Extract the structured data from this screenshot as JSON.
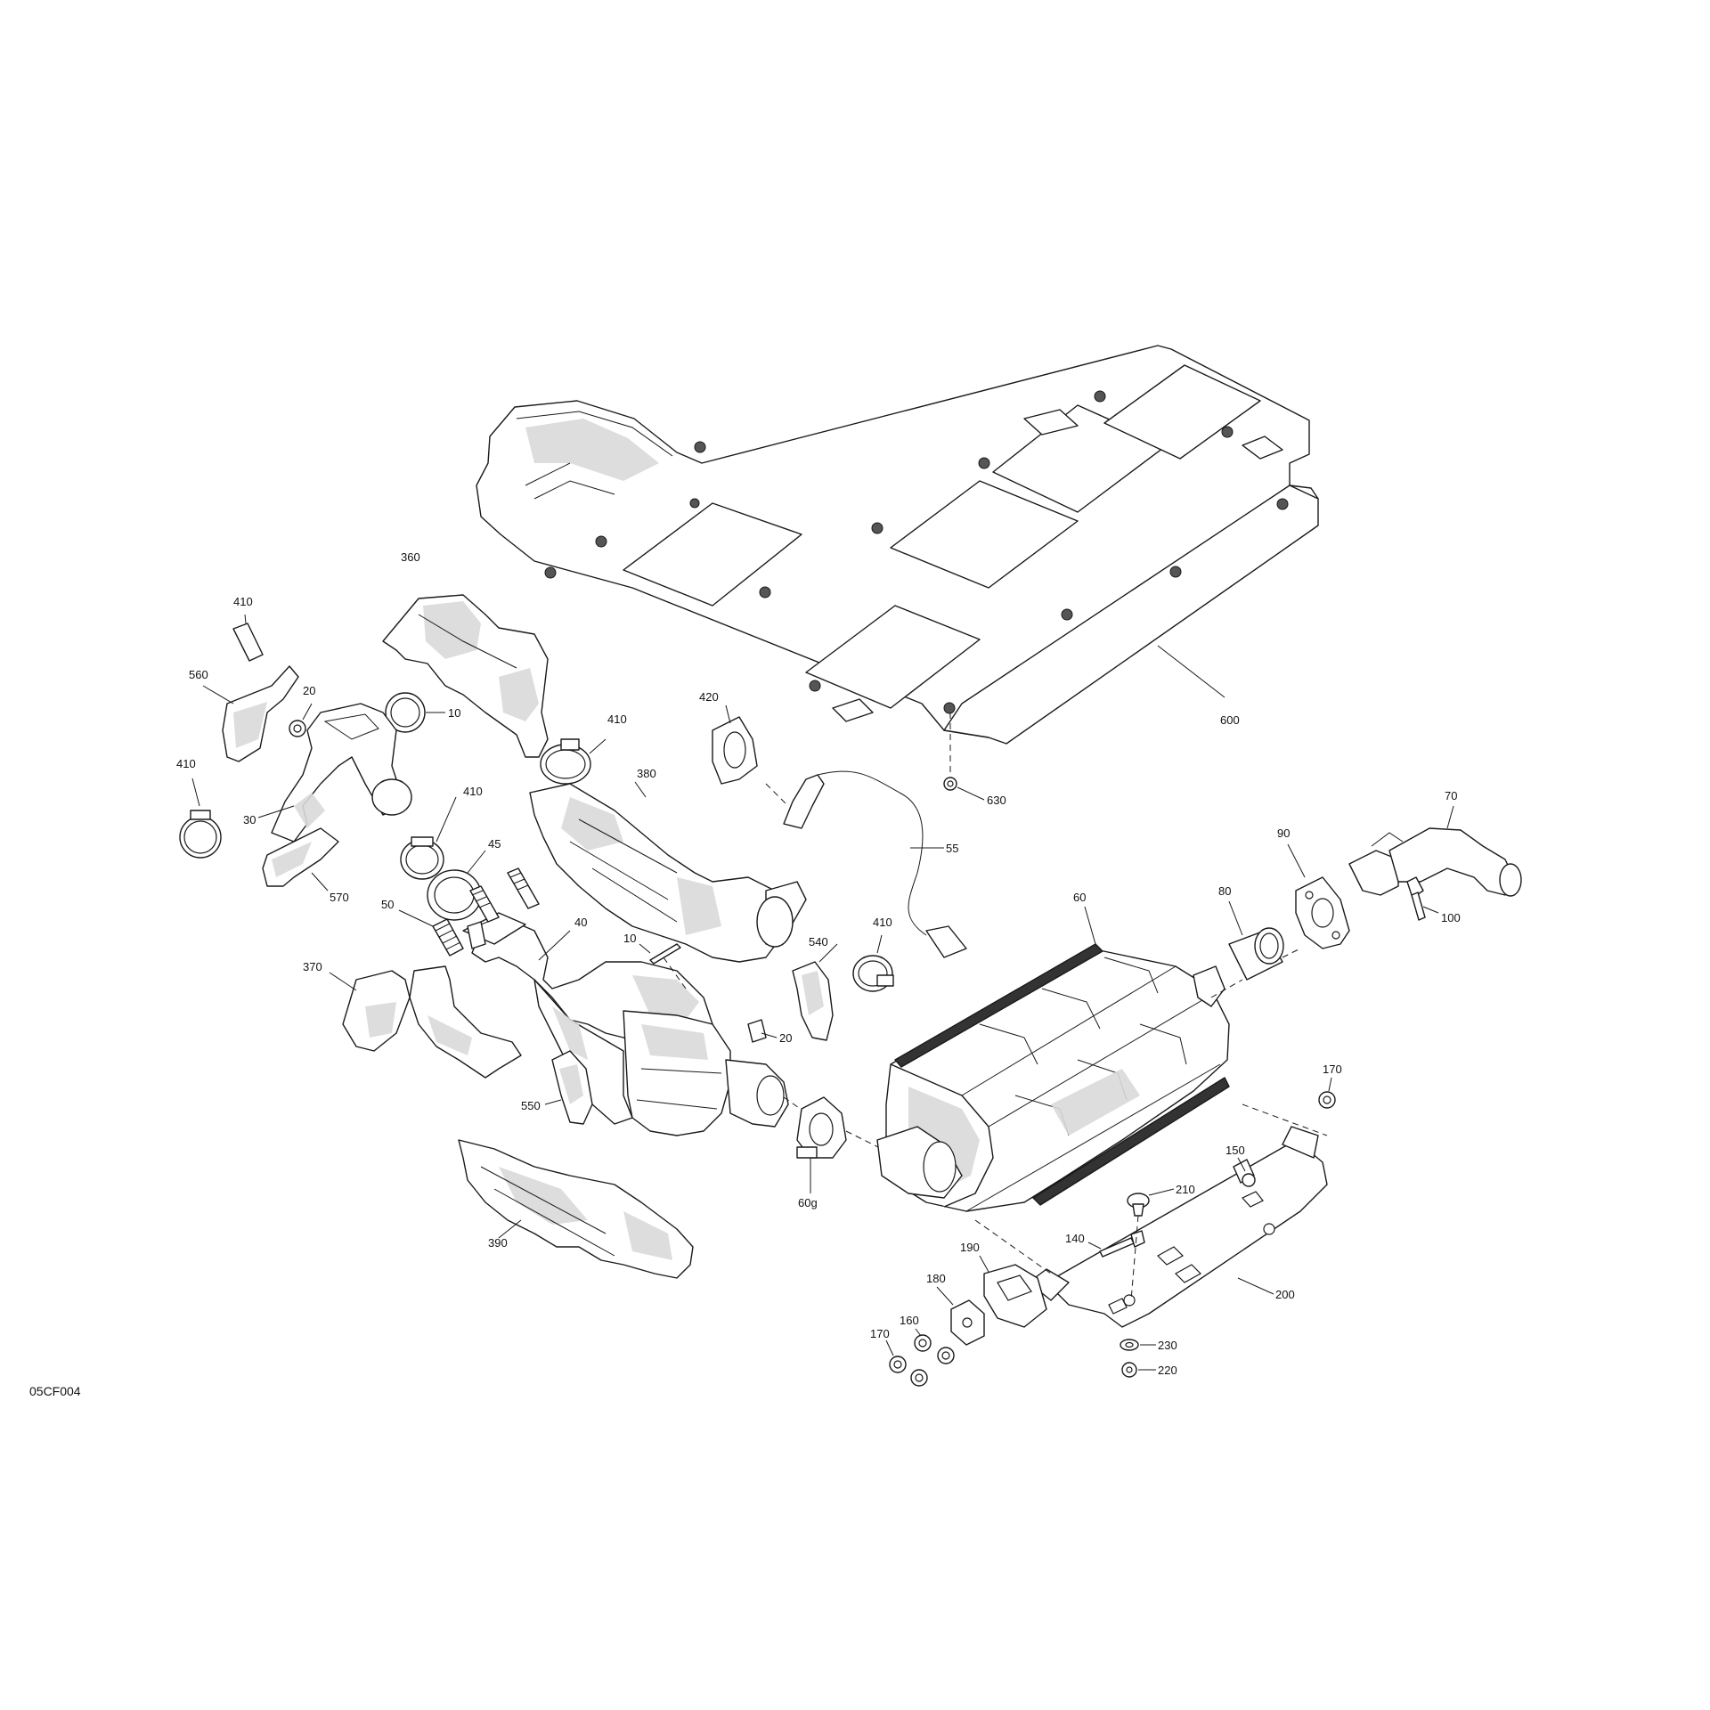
{
  "diagram": {
    "ref_code": "05CF004",
    "callouts": [
      "600",
      "630",
      "360",
      "410",
      "560",
      "20",
      "10",
      "410",
      "410",
      "30",
      "410",
      "45",
      "570",
      "420",
      "380",
      "55",
      "50",
      "40",
      "10",
      "20",
      "370",
      "540",
      "410",
      "550",
      "390",
      "60g",
      "60",
      "80",
      "90",
      "70",
      "100",
      "170",
      "150",
      "210",
      "140",
      "190",
      "180",
      "160",
      "170",
      "200",
      "230",
      "220"
    ]
  }
}
